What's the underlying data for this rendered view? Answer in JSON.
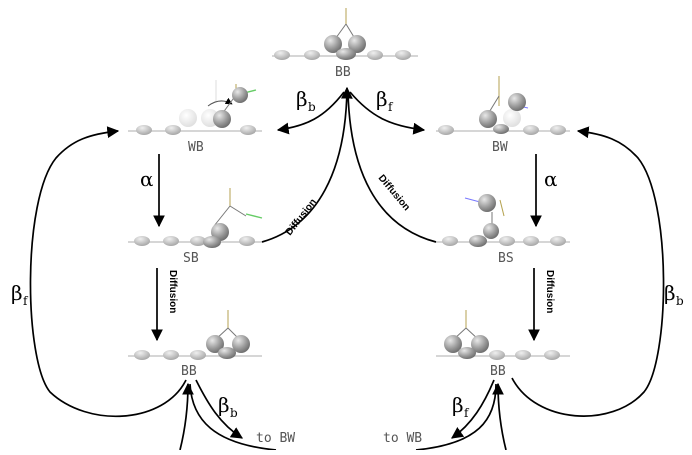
{
  "states": {
    "top": "BB",
    "wb": "WB",
    "bw": "BW",
    "sb": "SB",
    "bs": "BS",
    "bottom_left": "BB",
    "bottom_right": "BB"
  },
  "rates": {
    "beta": "β",
    "sub_b": "b",
    "sub_f": "f",
    "alpha": "α"
  },
  "labels": {
    "diffusion": "Diffusion",
    "to_bw": "to BW",
    "to_wb": "to WB"
  }
}
